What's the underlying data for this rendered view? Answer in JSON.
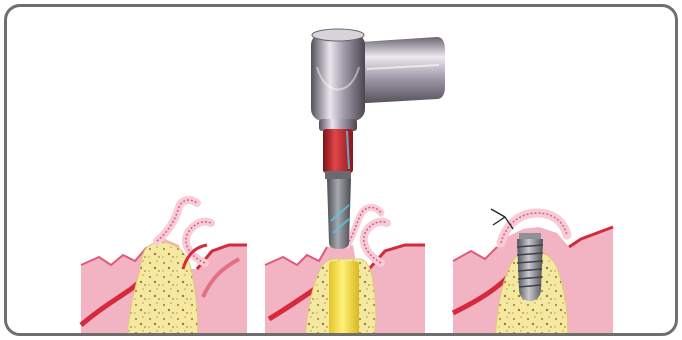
{
  "illustration": {
    "panels": [
      "socket-initial",
      "socket-with-instrument",
      "implant-placed"
    ],
    "colors": {
      "frame": "#6e6e6e",
      "gum": "#f2b3c2",
      "gum_light": "#f8ccd7",
      "gum_edge": "#e05a7c",
      "blood": "#d42a3c",
      "bone": "#f4e9a2",
      "bone_dots": "#b8892c",
      "graft": "#f1dc3a",
      "handpiece_metal": "#8d8592",
      "handpiece_collar": "#c9262b",
      "bur": "#6f7178",
      "bur_tip_glow": "#57c7e8",
      "implant_metal": "#7b7d82"
    }
  }
}
